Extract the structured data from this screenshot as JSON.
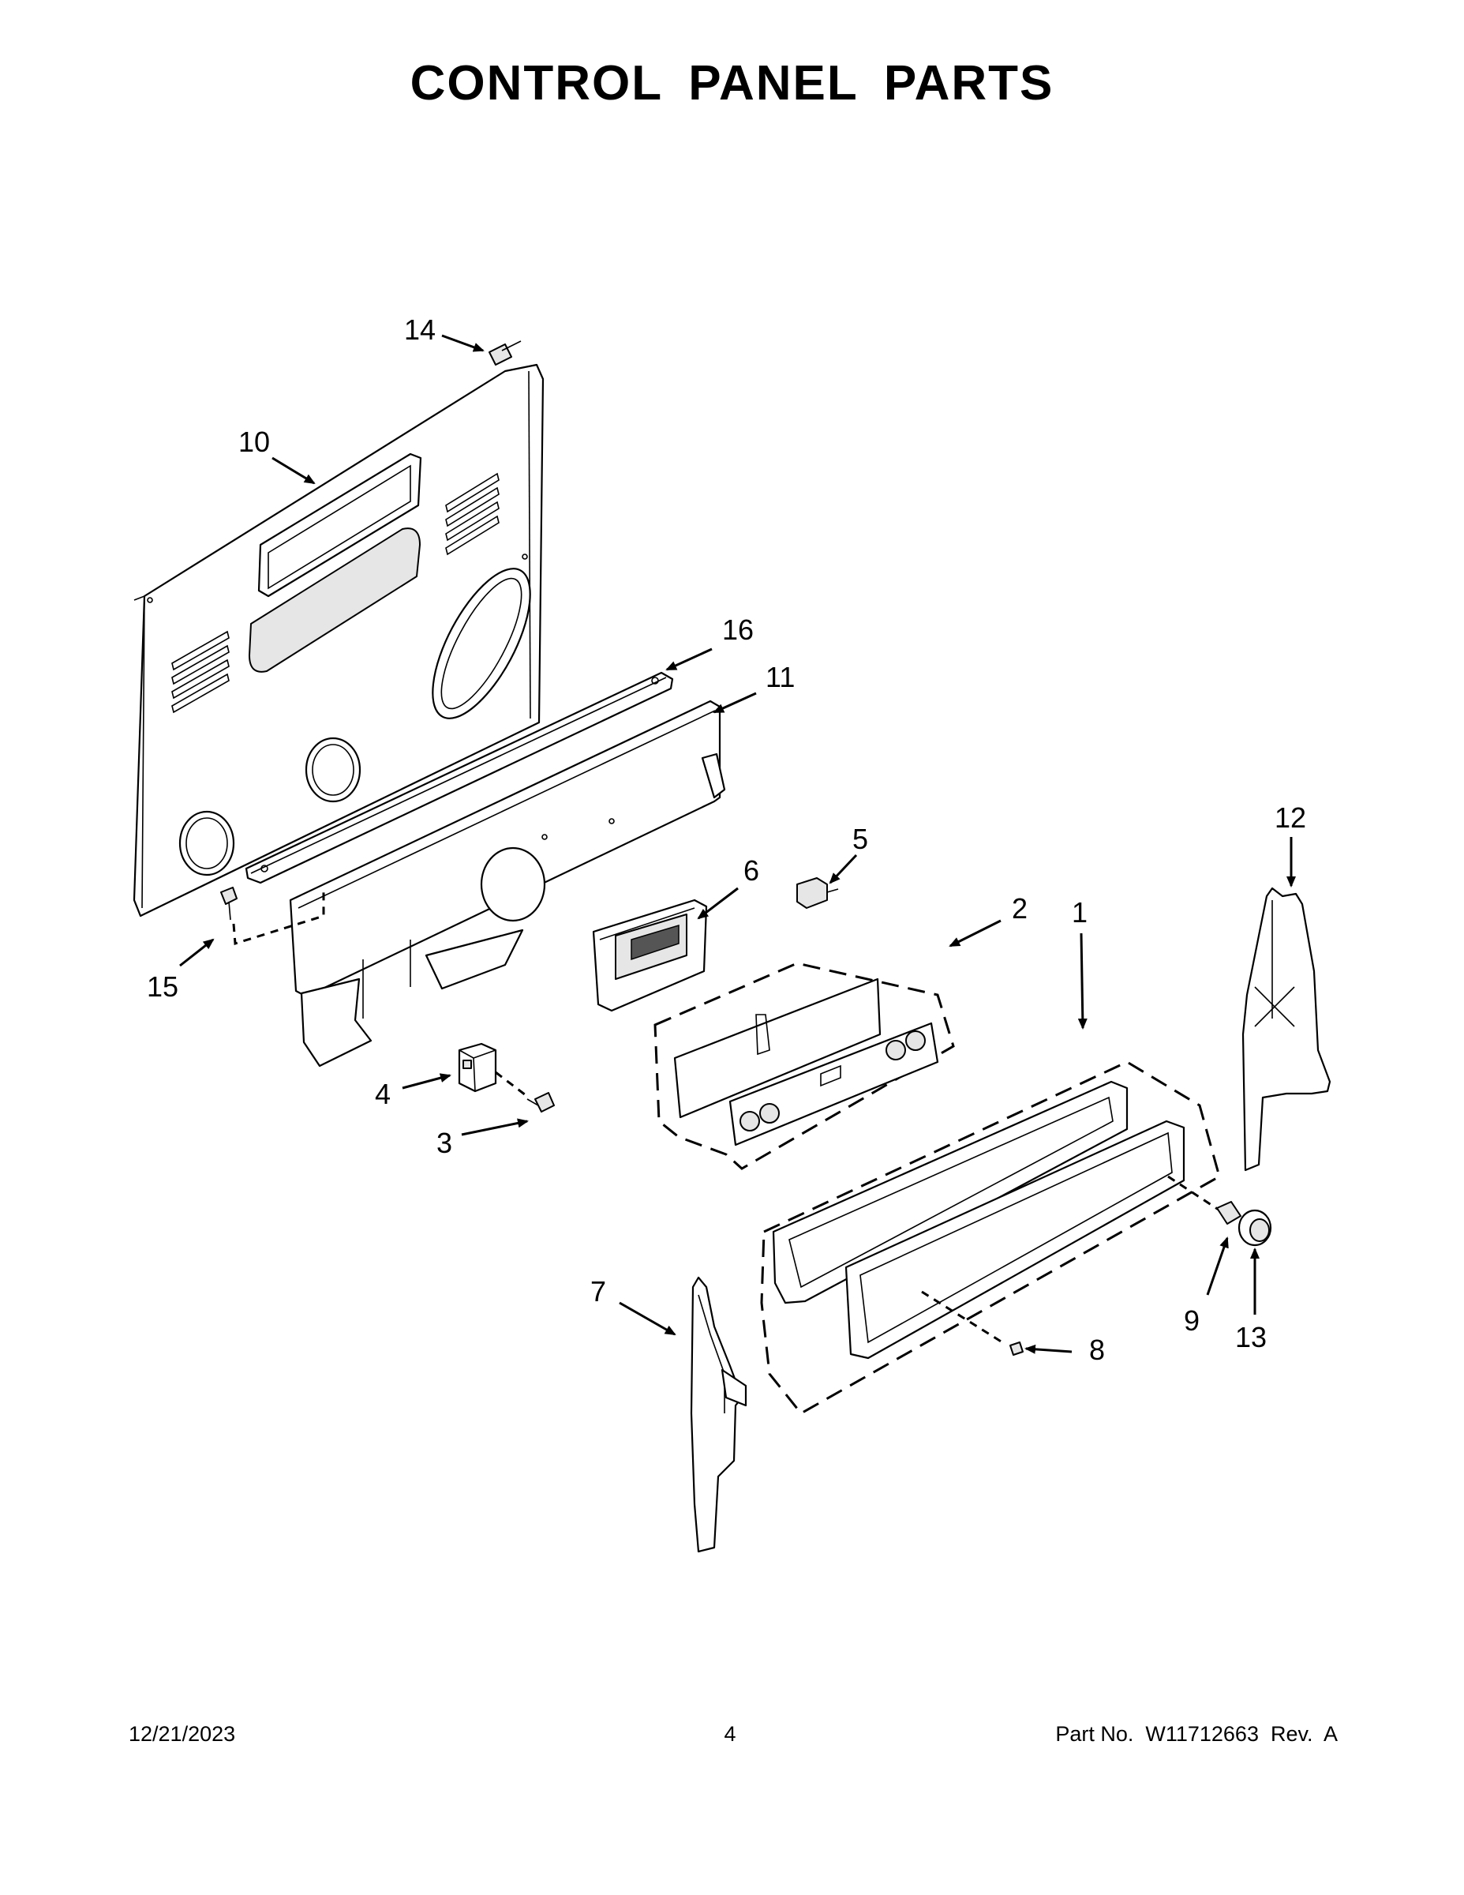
{
  "title": "CONTROL PANEL PARTS",
  "callouts": [
    {
      "id": "14",
      "label": "14"
    },
    {
      "id": "10",
      "label": "10"
    },
    {
      "id": "16",
      "label": "16"
    },
    {
      "id": "11",
      "label": "11"
    },
    {
      "id": "12",
      "label": "12"
    },
    {
      "id": "6",
      "label": "6"
    },
    {
      "id": "5",
      "label": "5"
    },
    {
      "id": "2",
      "label": "2"
    },
    {
      "id": "1",
      "label": "1"
    },
    {
      "id": "15",
      "label": "15"
    },
    {
      "id": "4",
      "label": "4"
    },
    {
      "id": "3",
      "label": "3"
    },
    {
      "id": "7",
      "label": "7"
    },
    {
      "id": "9",
      "label": "9"
    },
    {
      "id": "13",
      "label": "13"
    },
    {
      "id": "8",
      "label": "8"
    }
  ],
  "footer": {
    "date": "12/21/2023",
    "page": "4",
    "part_number": "Part No.  W11712663  Rev.  A"
  }
}
